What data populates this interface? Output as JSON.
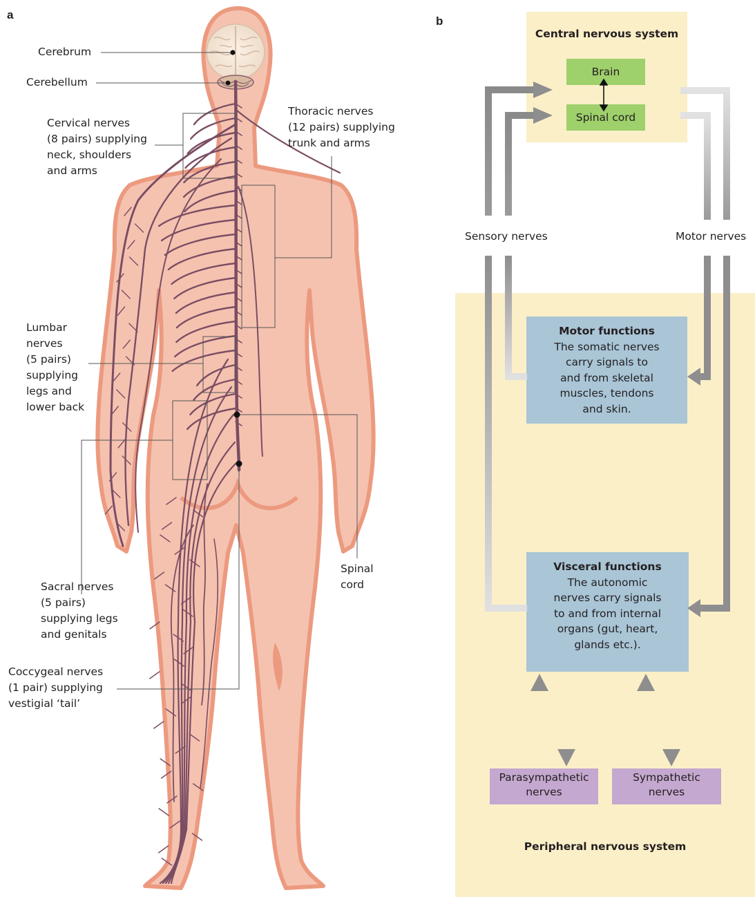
{
  "panel_a": {
    "letter": "a",
    "labels": {
      "cerebrum": "Cerebrum",
      "cerebellum": "Cerebellum",
      "cervical": "Cervical nerves\n(8 pairs) supplying\nneck, shoulders\nand arms",
      "thoracic": "Thoracic nerves\n(12 pairs) supplying\ntrunk and arms",
      "lumbar": "Lumbar\nnerves\n(5 pairs)\nsupplying\nlegs and\nlower back",
      "sacral": "Sacral nerves\n(5 pairs)\nsupplying legs\nand genitals",
      "coccygeal": "Coccygeal nerves\n(1 pair) supplying\nvestigial ‘tail’",
      "spinal_cord": "Spinal\ncord"
    }
  },
  "panel_b": {
    "letter": "b",
    "cns": {
      "title": "Central nervous system",
      "brain": "Brain",
      "spinal_cord": "Spinal cord"
    },
    "sensory_nerves": "Sensory nerves",
    "motor_nerves": "Motor nerves",
    "motor_functions": {
      "heading": "Motor functions",
      "text": "The somatic nerves\ncarry signals to\nand from skeletal\nmuscles, tendons\nand skin."
    },
    "visceral_functions": {
      "heading": "Visceral functions",
      "text": "The autonomic\nnerves carry signals\nto and from internal\norgans (gut, heart,\nglands etc.)."
    },
    "parasympathetic": "Parasympathetic\nnerves",
    "sympathetic": "Sympathetic\nnerves",
    "pns": {
      "title": "Peripheral nervous system"
    }
  },
  "colors": {
    "skin": "#f5c2b0",
    "skin_shadow": "#ec9a7f",
    "nerve": "#7b4d63",
    "cream": "#fbefc8",
    "green": "#9ed06b",
    "blue": "#a9c5d6",
    "purple": "#c4a8cf",
    "arrow_dark": "#8e8e8e",
    "arrow_light": "#dcdcdc"
  }
}
